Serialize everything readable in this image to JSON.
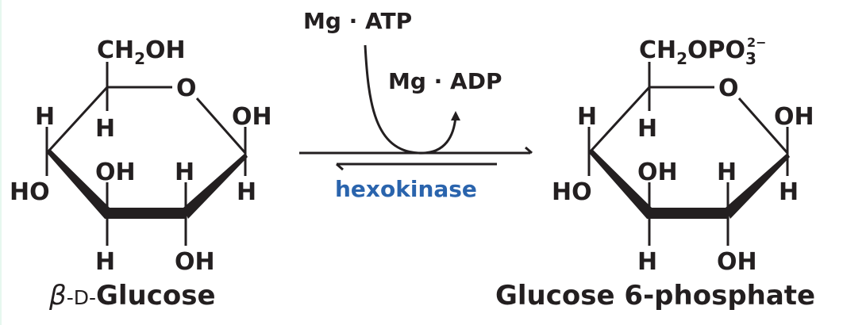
{
  "figure": {
    "type": "reaction-scheme",
    "colors": {
      "ink": "#231f20",
      "enzyme": "#2a64ad",
      "background": "#ffffff"
    }
  },
  "substrate": {
    "name_prefix": "β",
    "name_config": "-D-",
    "name_main": "Glucose",
    "c6_group": {
      "main": "CH",
      "sub": "2",
      "tail": "OH"
    },
    "ring_oxygen": "O",
    "c1": {
      "up": "OH",
      "down": "H"
    },
    "c2": {
      "up": "H",
      "down": "OH"
    },
    "c3": {
      "up": "OH",
      "down": "H"
    },
    "c4": {
      "up": "H",
      "down": "HO"
    },
    "c5": {
      "down": "H"
    }
  },
  "reaction": {
    "cosubstrate": "Mg · ATP",
    "coproduct": "Mg · ADP",
    "enzyme": "hexokinase",
    "direction": "forward-dominant equilibrium"
  },
  "product": {
    "name": "Glucose 6-phosphate",
    "c6_group": {
      "main": "CH",
      "sub": "2",
      "mid": "OPO",
      "sub2": "3",
      "sup": "2−"
    },
    "ring_oxygen": "O",
    "c1": {
      "up": "OH",
      "down": "H"
    },
    "c2": {
      "up": "H",
      "down": "OH"
    },
    "c3": {
      "up": "OH",
      "down": "H"
    },
    "c4": {
      "up": "H",
      "down": "HO"
    },
    "c5": {
      "down": "H"
    }
  }
}
